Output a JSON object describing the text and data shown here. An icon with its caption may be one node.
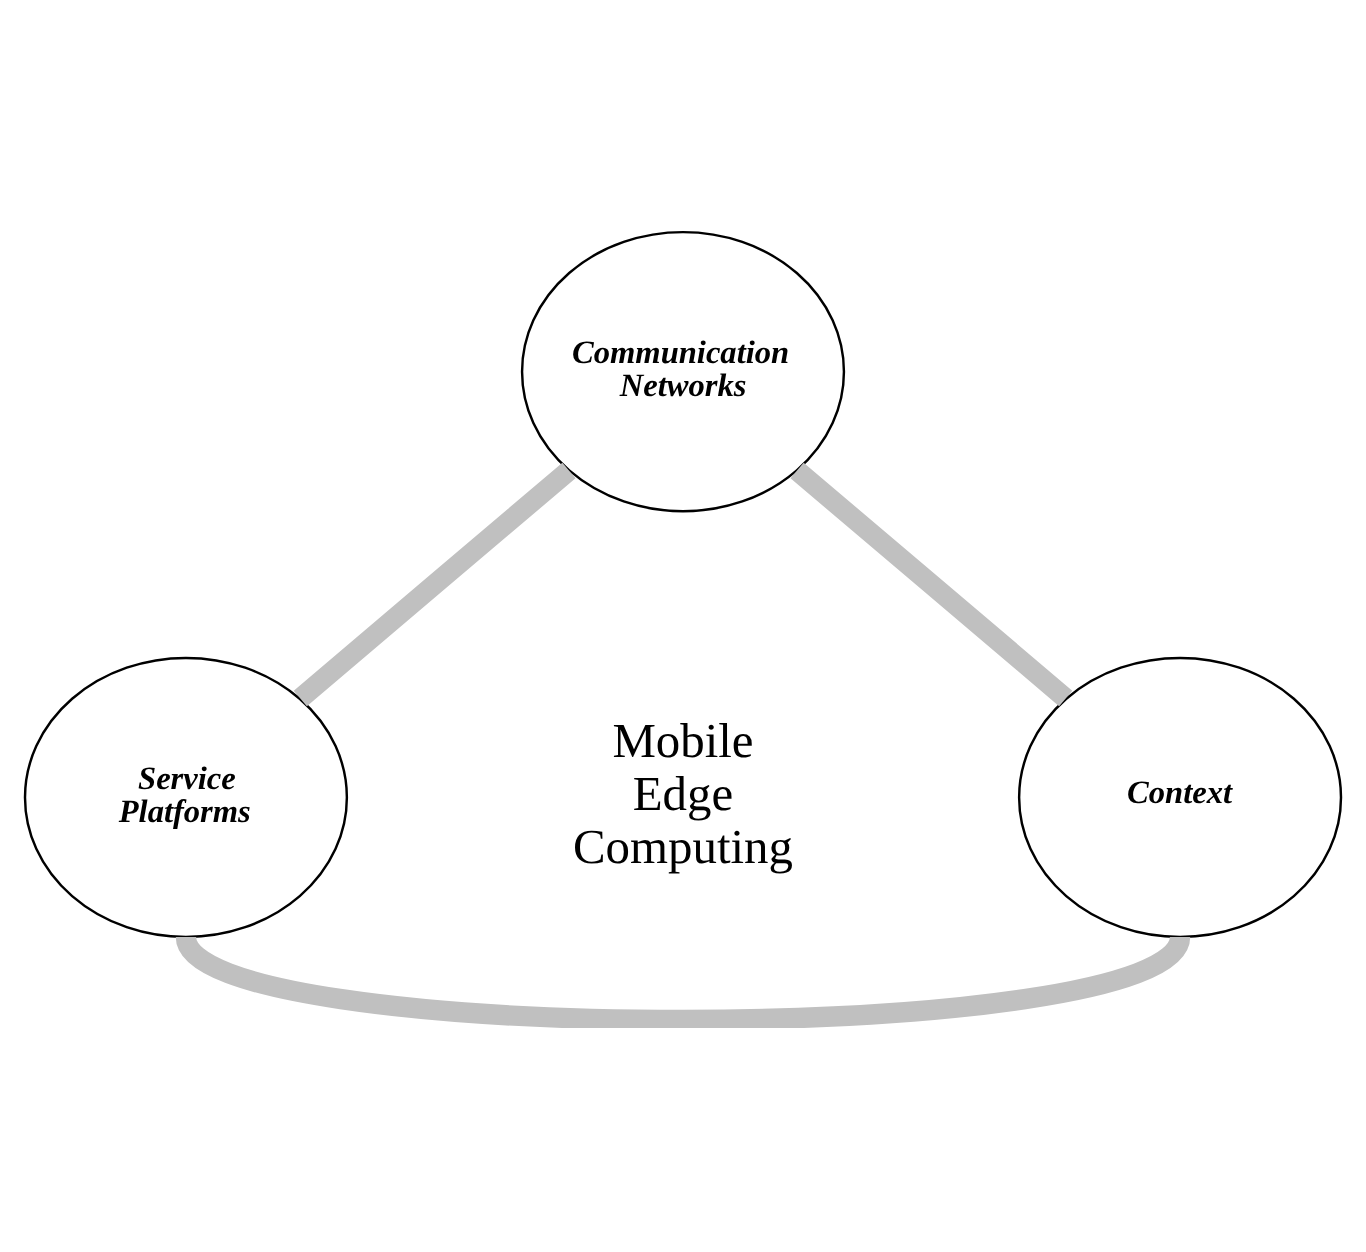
{
  "diagram": {
    "nodes": [
      {
        "text": [
          "Communication Networks"
        ]
      },
      {
        "text": [
          "Service Platforms"
        ]
      },
      {
        "text": [
          "Context"
        ]
      }
    ],
    "edges": [
      {
        "from": 0,
        "to": 2,
        "arrow": "none"
      },
      {
        "from": 2,
        "to": 1,
        "arrow": "none"
      },
      {
        "from": 1,
        "to": 0,
        "arrow": "none"
      }
    ],
    "labels": [
      "Mobile Edge Computing"
    ]
  }
}
